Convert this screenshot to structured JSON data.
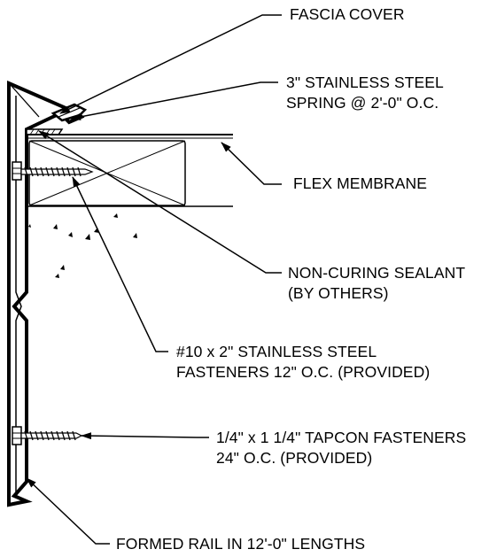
{
  "labels": {
    "fascia_cover": "FASCIA COVER",
    "spring": {
      "line1": "3\" STAINLESS STEEL",
      "line2": "SPRING @ 2'-0\" O.C."
    },
    "flex_membrane": "FLEX MEMBRANE",
    "sealant": {
      "line1": "NON-CURING SEALANT",
      "line2": "(BY OTHERS)"
    },
    "stainless_fasteners": {
      "line1": "#10 x 2\" STAINLESS STEEL",
      "line2": "FASTENERS 12\" O.C. (PROVIDED)"
    },
    "tapcon": {
      "line1": "1/4\" x 1 1/4\" TAPCON FASTENERS",
      "line2": "24\" O.C.  (PROVIDED)"
    },
    "formed_rail": "FORMED RAIL IN 12'-0\" LENGTHS"
  },
  "colors": {
    "line": "#000000",
    "background": "#ffffff"
  }
}
